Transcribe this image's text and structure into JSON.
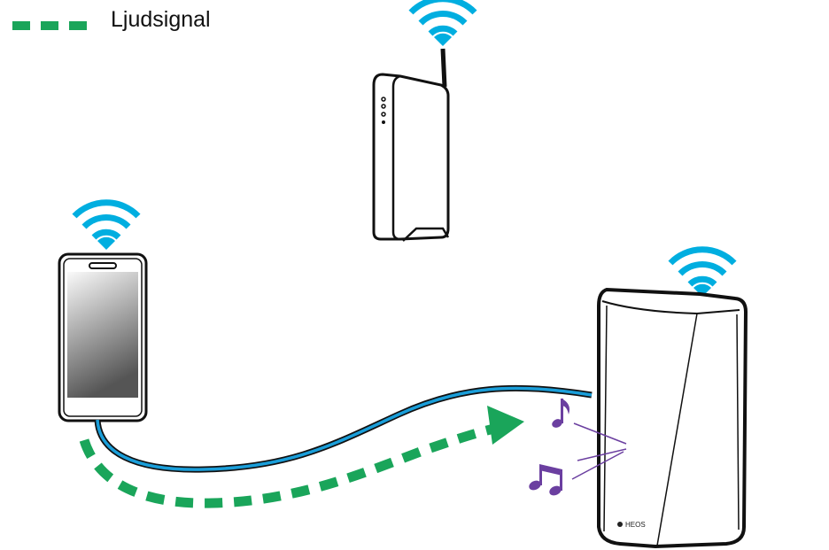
{
  "legend": {
    "label": "Ljudsignal"
  },
  "speaker": {
    "brand": "HEOS"
  },
  "colors": {
    "wifi": "#00aee0",
    "audio_signal": "#1aa55a",
    "cable": "#1a9ed9",
    "music": "#6b3fa0"
  },
  "icons": [
    "wifi-icon",
    "router",
    "smartphone",
    "speaker",
    "music-note-icon"
  ]
}
